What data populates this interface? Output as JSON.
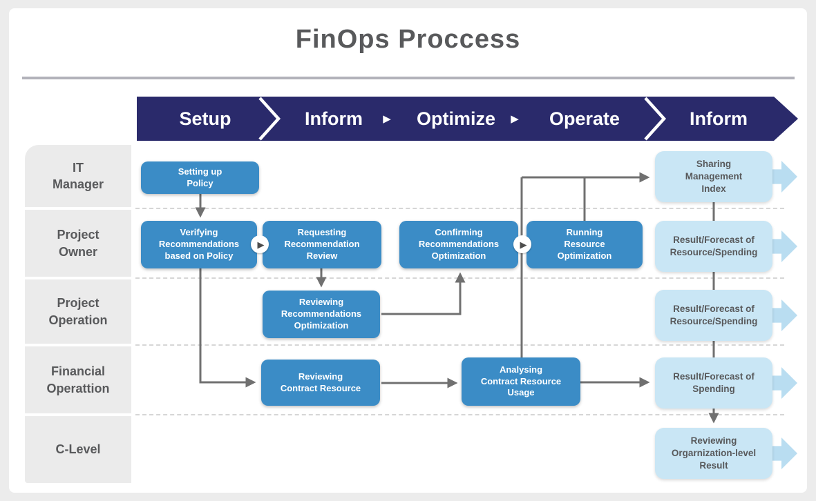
{
  "title": "FinOps Proccess",
  "banner": {
    "stage1": "Setup",
    "stage2": "Inform",
    "stage3": "Optimize",
    "stage4": "Operate",
    "stage5": "Inform",
    "arrow_separator": "▶"
  },
  "lanes": {
    "it_manager": "IT\nManager",
    "project_owner": "Project\nOwner",
    "project_operation": "Project\nOperation",
    "financial_operation": "Financial\nOperattion",
    "c_level": "C-Level"
  },
  "boxes": {
    "setting_up_policy": "Setting up\nPolicy",
    "verifying_recommendations": "Verifying\nRecommendations\nbased on Policy",
    "requesting_review": "Requesting\nRecommendation\nReview",
    "confirming_optimization": "Confirming\nRecommendations\nOptimization",
    "running_optimization": "Running\nResource\nOptimization",
    "reviewing_recommendations": "Reviewing\nRecommendations\nOptimization",
    "reviewing_contract": "Reviewing\nContract Resource",
    "analysing_usage": "Analysing\nContract Resource\nUsage"
  },
  "outputs": {
    "sharing_index": "Sharing\nManagement\nIndex",
    "result_owner": "Result/Forecast of\nResource/Spending",
    "result_operation": "Result/Forecast of\nResource/Spending",
    "result_spending": "Result/Forecast of\nSpending",
    "reviewing_org": "Reviewing\nOrgarnization-level\nResult"
  },
  "icons": {
    "play": "▶"
  },
  "colors": {
    "banner_navy": "#2a2a6b",
    "process_box_blue": "#3b8cc6",
    "output_box_light_blue": "#c9e6f5",
    "output_arrow_blue": "#b9ddf1",
    "connector_gray": "#707070",
    "text_gray": "#58595b",
    "frame_gray": "#ececec"
  }
}
